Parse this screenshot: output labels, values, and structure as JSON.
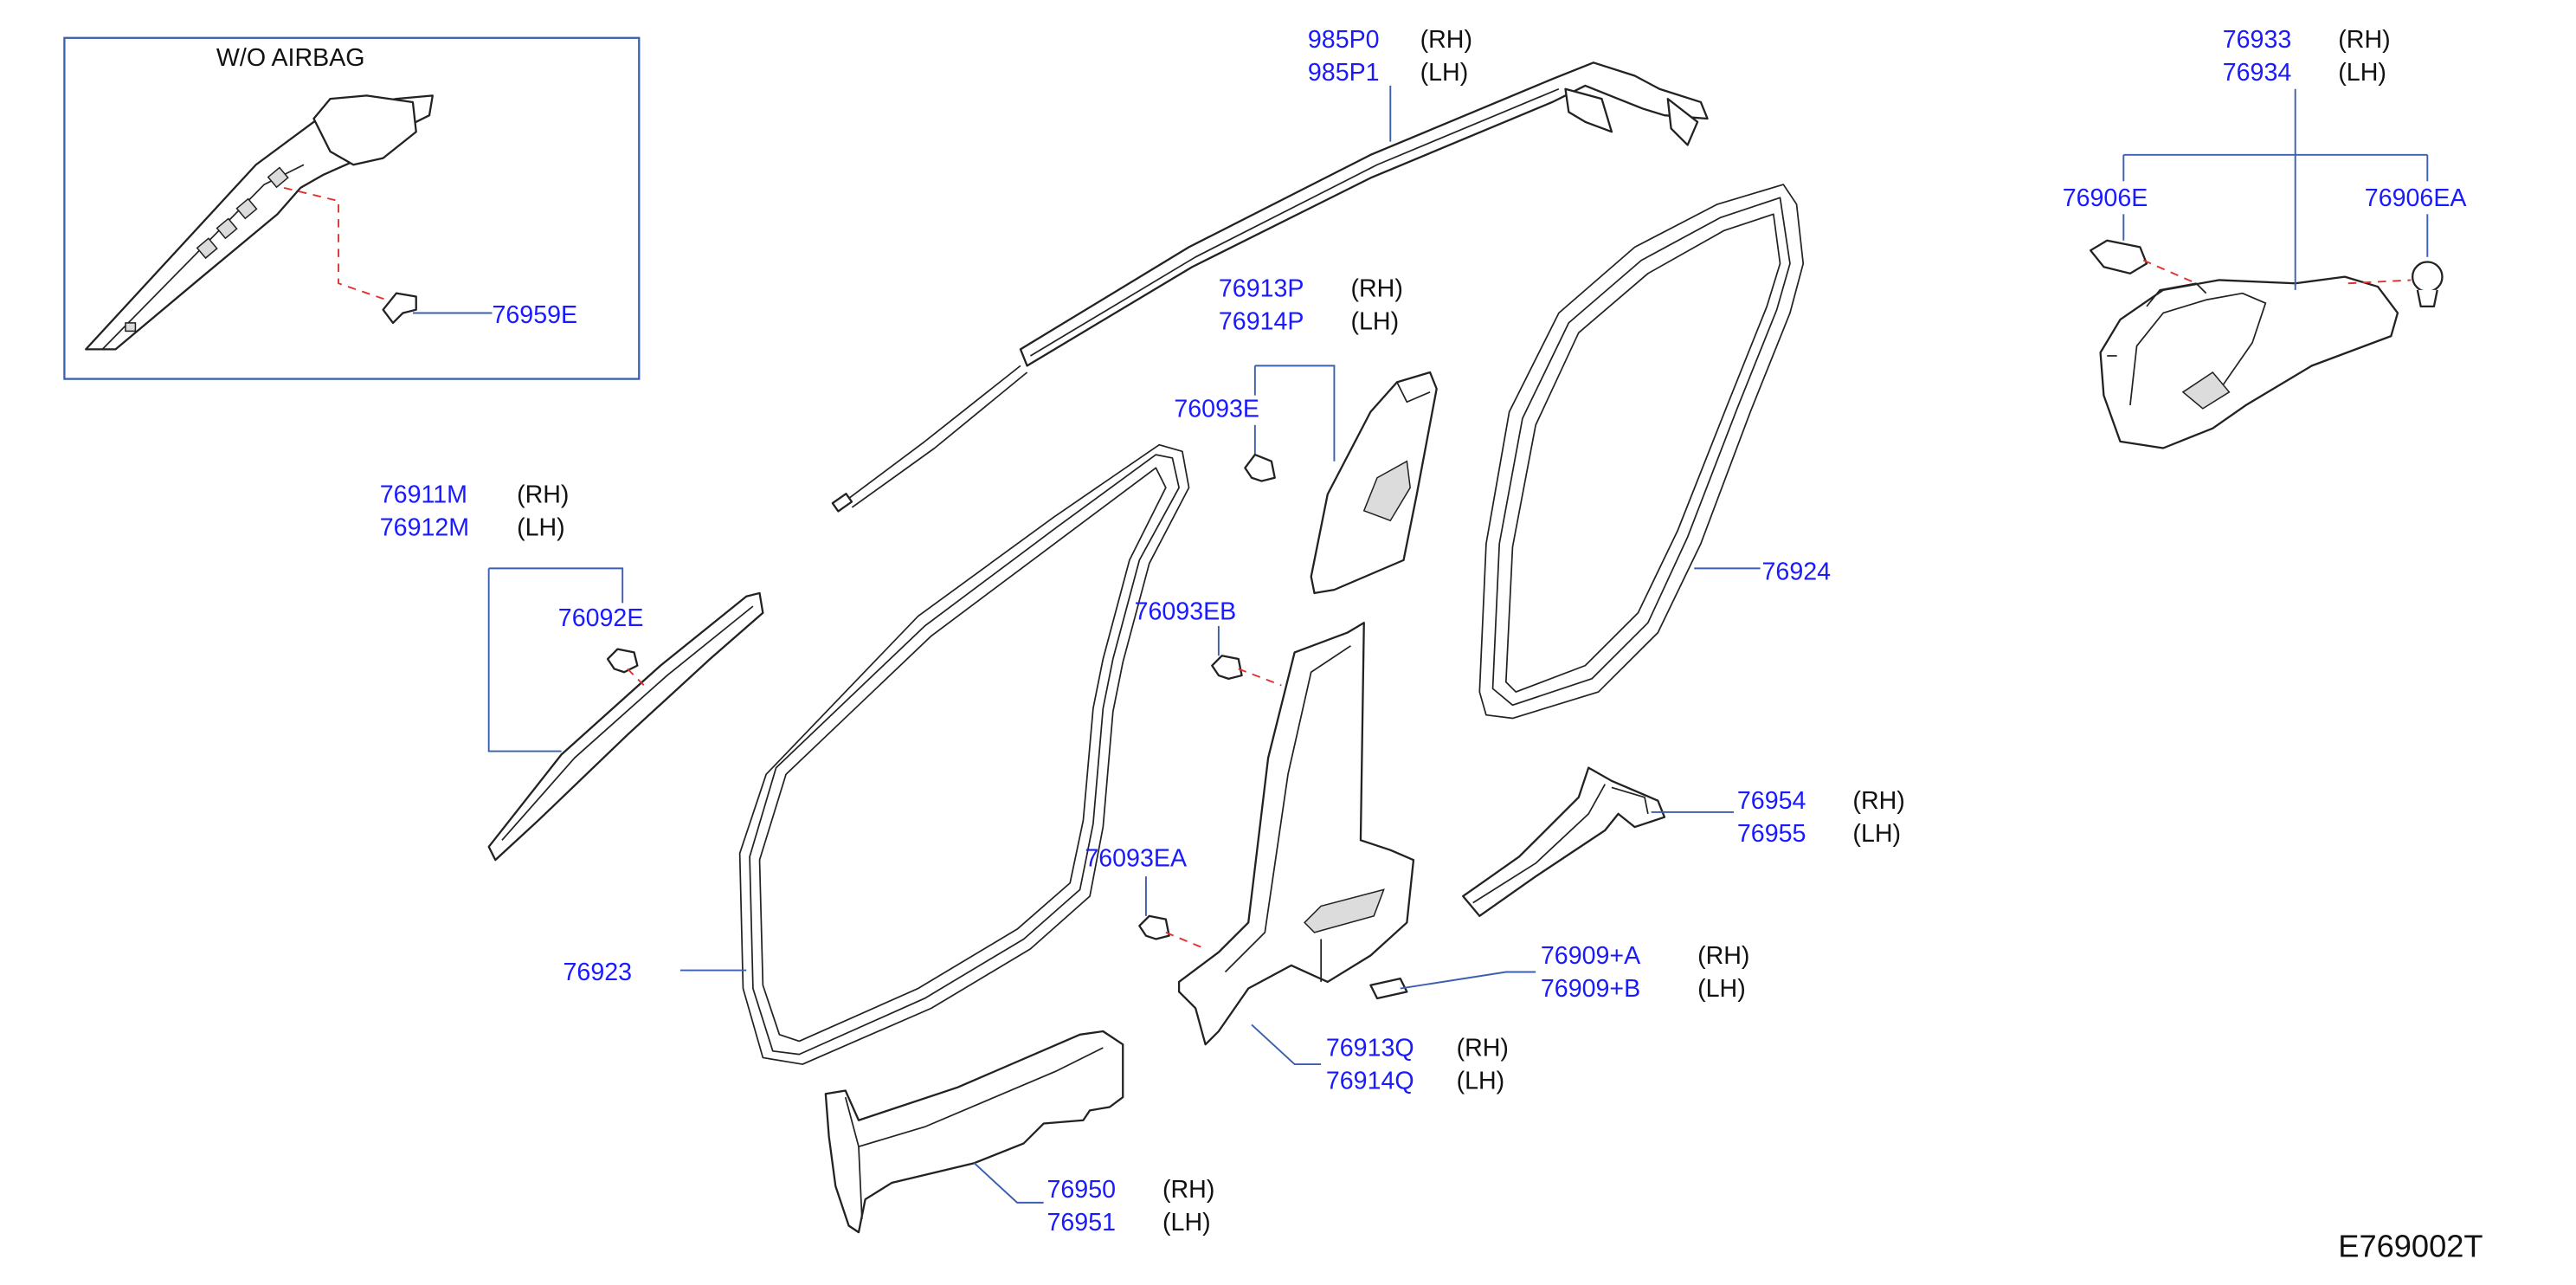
{
  "inset": {
    "title": "W/O   AIRBAG",
    "part": "76959E"
  },
  "labels": {
    "p985P0": "985P0",
    "p985P1": "985P1",
    "p76913P": "76913P",
    "p76914P": "76914P",
    "p76093E": "76093E",
    "p76911M": "76911M",
    "p76912M": "76912M",
    "p76092E": "76092E",
    "p76093EB": "76093EB",
    "p76093EA": "76093EA",
    "p76923": "76923",
    "p76924": "76924",
    "p76954": "76954",
    "p76955": "76955",
    "p76909A": "76909+A",
    "p76909B": "76909+B",
    "p76913Q": "76913Q",
    "p76914Q": "76914Q",
    "p76950": "76950",
    "p76951": "76951",
    "p76933": "76933",
    "p76934": "76934",
    "p76906E": "76906E",
    "p76906EA": "76906EA"
  },
  "sides": {
    "rh": "(RH)",
    "lh": "(LH)"
  },
  "diagram_code": "E769002T"
}
